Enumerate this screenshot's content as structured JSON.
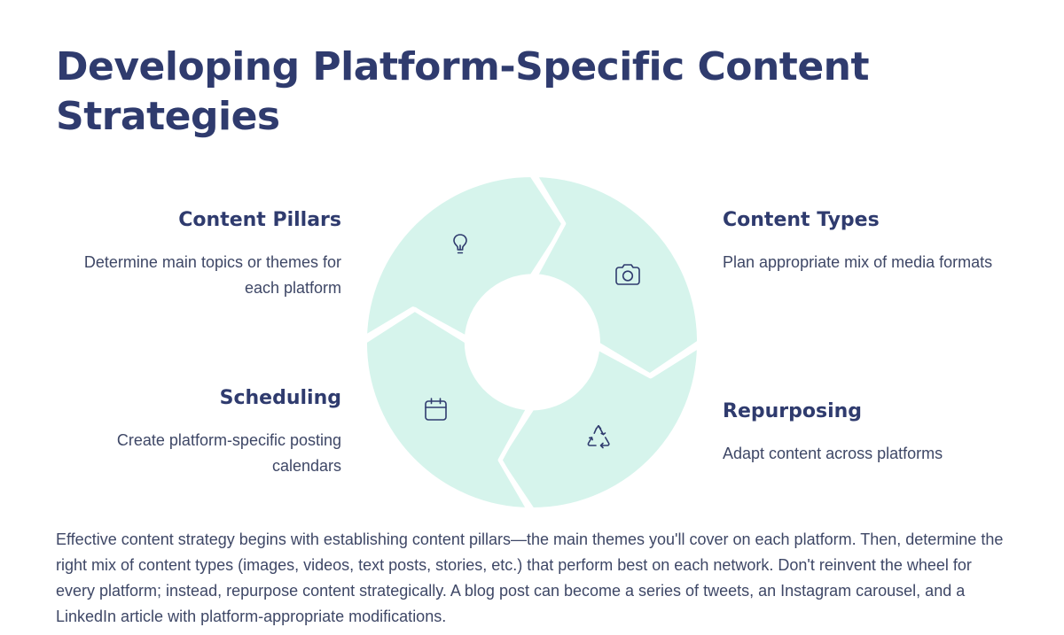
{
  "title": "Developing Platform-Specific Content Strategies",
  "steps": [
    {
      "title": "Content Pillars",
      "desc": "Determine main topics or themes for each platform",
      "icon": "lightbulb-icon"
    },
    {
      "title": "Content Types",
      "desc": "Plan appropriate mix of media formats",
      "icon": "camera-icon"
    },
    {
      "title": "Scheduling",
      "desc": "Create platform-specific posting calendars",
      "icon": "calendar-icon"
    },
    {
      "title": "Repurposing",
      "desc": "Adapt content across platforms",
      "icon": "recycle-icon"
    }
  ],
  "summary": "Effective content strategy begins with establishing content pillars—the main themes you'll cover on each platform. Then, determine the right mix of content types (images, videos, text posts, stories, etc.) that perform best on each network. Don't reinvent the wheel for every platform; instead, repurpose content strategically. A blog post can become a series of tweets, an Instagram carousel, and a LinkedIn article with platform-appropriate modifications.",
  "colors": {
    "segment": "#d6f4ec",
    "heading": "#2f3b6e",
    "text": "#3e4766"
  }
}
